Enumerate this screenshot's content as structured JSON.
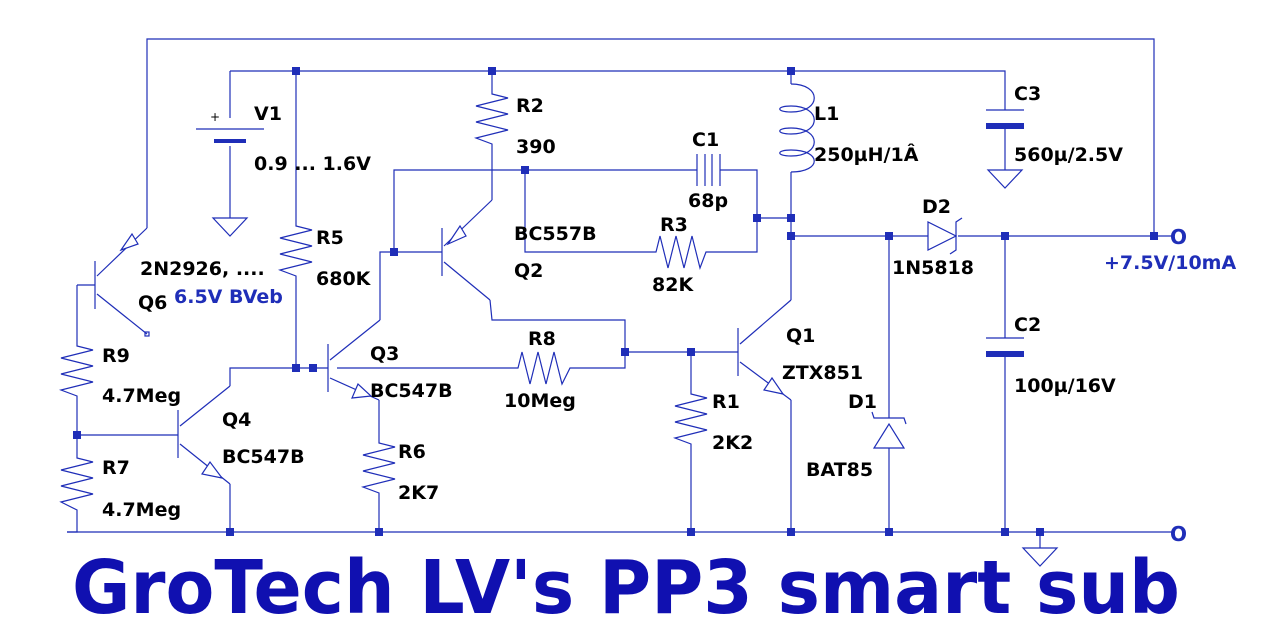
{
  "title": "GroTech LV's PP3 smart sub",
  "colors": {
    "wire": "#1f2eb8",
    "title": "#1010b0",
    "text": "#000000",
    "background": "#ffffff"
  },
  "components": {
    "V1": {
      "name": "V1",
      "value": "0.9 ... 1.6V"
    },
    "R2": {
      "name": "R2",
      "value": "390"
    },
    "C1": {
      "name": "C1",
      "value": "68p"
    },
    "L1": {
      "name": "L1",
      "value": "250µH/1Â"
    },
    "C3": {
      "name": "C3",
      "value": "560µ/2.5V"
    },
    "R3": {
      "name": "R3",
      "value": "82K"
    },
    "Q2": {
      "name": "Q2",
      "value": "BC557B"
    },
    "R5": {
      "name": "R5",
      "value": "680K"
    },
    "Q6": {
      "name": "Q6",
      "value": "2N2926, ....",
      "note": "6.5V BVeb"
    },
    "D2": {
      "name": "D2",
      "value": "1N5818"
    },
    "R8": {
      "name": "R8",
      "value": "10Meg"
    },
    "Q3": {
      "name": "Q3",
      "value": "BC547B"
    },
    "Q1": {
      "name": "Q1",
      "value": "ZTX851"
    },
    "C2": {
      "name": "C2",
      "value": "100µ/16V"
    },
    "R9": {
      "name": "R9",
      "value": "4.7Meg"
    },
    "Q4": {
      "name": "Q4",
      "value": "BC547B"
    },
    "R1": {
      "name": "R1",
      "value": "2K2"
    },
    "D1": {
      "name": "D1",
      "value": "BAT85"
    },
    "R6": {
      "name": "R6",
      "value": "2K7"
    },
    "R7": {
      "name": "R7",
      "value": "4.7Meg"
    }
  },
  "output": {
    "positive_label": "+7.5V/10mA",
    "terminal_symbol": "O"
  },
  "battery": {
    "plus_sign": "+"
  }
}
